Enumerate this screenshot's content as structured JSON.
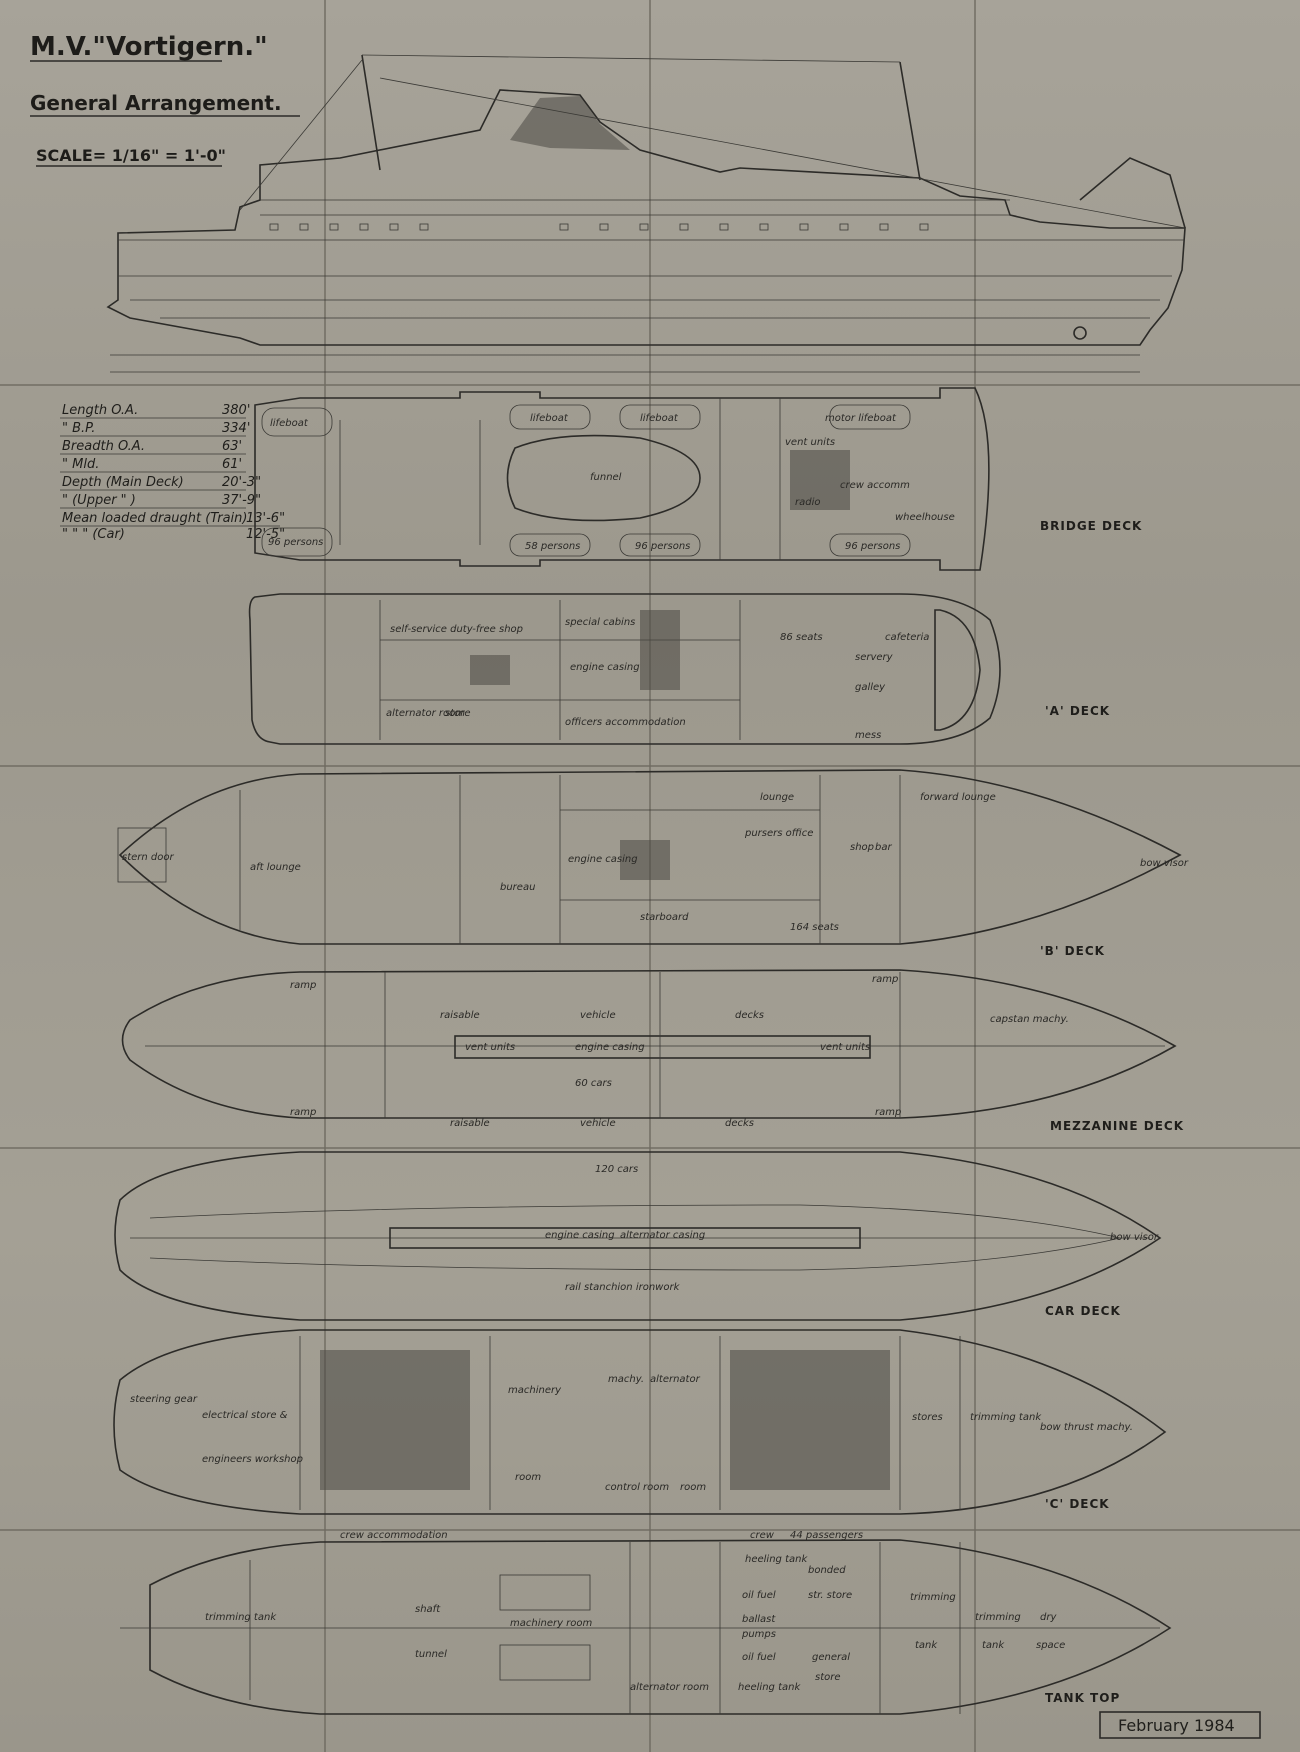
{
  "title": {
    "vessel": "M.V.\"Vortigern.\"",
    "subtitle": "General Arrangement.",
    "scale": "SCALE= 1/16\" = 1'-0\""
  },
  "dimensions": [
    {
      "label": "Length O.A.",
      "value": "380'"
    },
    {
      "label": "\"      B.P.",
      "value": "334'"
    },
    {
      "label": "Breadth O.A.",
      "value": "63'"
    },
    {
      "label": "\"      Mld.",
      "value": "61'"
    },
    {
      "label": "Depth (Main Deck)",
      "value": "20'-3\""
    },
    {
      "label": "\"    (Upper  \" )",
      "value": "37'-9\""
    },
    {
      "label": "Mean loaded draught (Train)",
      "value": "13'-6\""
    },
    {
      "label": "\"       \"        \"     (Car)",
      "value": "12'-5\""
    }
  ],
  "decks": {
    "bridge": "BRIDGE  DECK",
    "a": "'A'  DECK",
    "b": "'B'  DECK",
    "mezzanine": "MEZZANINE  DECK",
    "car": "CAR  DECK",
    "c": "'C'  DECK",
    "tank": "TANK  TOP"
  },
  "labels": {
    "bridge": [
      "lifeboat",
      "lifeboat",
      "lifeboat",
      "motor lifeboat",
      "funnel",
      "radio",
      "wheelhouse",
      "96 persons",
      "58 persons",
      "96 persons",
      "96 persons",
      "vent units",
      "crew accomm"
    ],
    "a": [
      "self-service duty-free shop",
      "special cabins",
      "engine casing",
      "cafeteria",
      "servery",
      "galley",
      "officers accommodation",
      "alternator room",
      "store",
      "mess",
      "86 seats"
    ],
    "b": [
      "stern door",
      "aft lounge",
      "engine casing",
      "pursers office",
      "lounge",
      "forward lounge",
      "shop",
      "bar",
      "bow visor",
      "starboard",
      "bureau",
      "164 seats"
    ],
    "mezzanine": [
      "ramp",
      "ramp",
      "raisable",
      "vehicle",
      "decks",
      "vent units",
      "engine casing",
      "vent units",
      "60 cars",
      "capstan machy.",
      "raisable",
      "vehicle",
      "decks",
      "ramp",
      "ramp"
    ],
    "car": [
      "120 cars",
      "engine casing",
      "alternator casing",
      "rail stanchion ironwork",
      "bow visor"
    ],
    "c": [
      "steering gear",
      "electrical store &",
      "engineers workshop",
      "machinery",
      "room",
      "machy.",
      "alternator",
      "control room",
      "room",
      "stores",
      "trimming tank",
      "bow thrust machy.",
      "crew accommodation",
      "crew",
      "44 passengers"
    ],
    "tank": [
      "trimming tank",
      "shaft",
      "tunnel",
      "machinery room",
      "heeling tank",
      "bonded",
      "oil fuel",
      "str. store",
      "ballast",
      "pumps",
      "oil fuel",
      "general",
      "store",
      "heeling tank",
      "alternator room",
      "trimming",
      "tank",
      "trimming",
      "tank",
      "dry",
      "space"
    ]
  },
  "date": "February  1984"
}
